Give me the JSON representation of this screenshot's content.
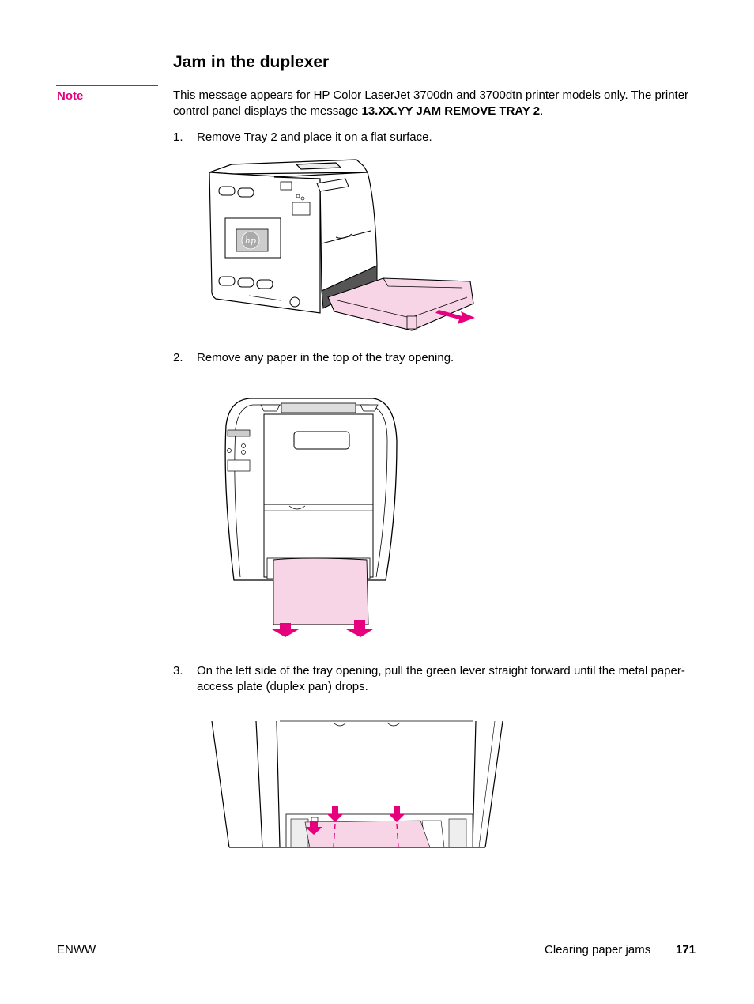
{
  "section": {
    "title": "Jam in the duplexer"
  },
  "note": {
    "label": "Note",
    "text_before": "This message appears for HP Color LaserJet 3700dn and 3700dtn printer models only. The printer control panel displays the message ",
    "message_code": "13.XX.YY JAM REMOVE TRAY 2",
    "text_after": "."
  },
  "steps": [
    {
      "number": "1.",
      "text": "Remove Tray 2 and place it on a flat surface."
    },
    {
      "number": "2.",
      "text": "Remove any paper in the top of the tray opening."
    },
    {
      "number": "3.",
      "text": "On the left side of the tray opening, pull the green lever straight forward until the metal paper-access plate (duplex pan) drops."
    }
  ],
  "figures": [
    {
      "logo_text": "hp"
    }
  ],
  "colors": {
    "accent": "#e6007e",
    "paper_pink": "#f8d5e6"
  },
  "footer": {
    "left": "ENWW",
    "section": "Clearing paper jams",
    "page": "171"
  }
}
